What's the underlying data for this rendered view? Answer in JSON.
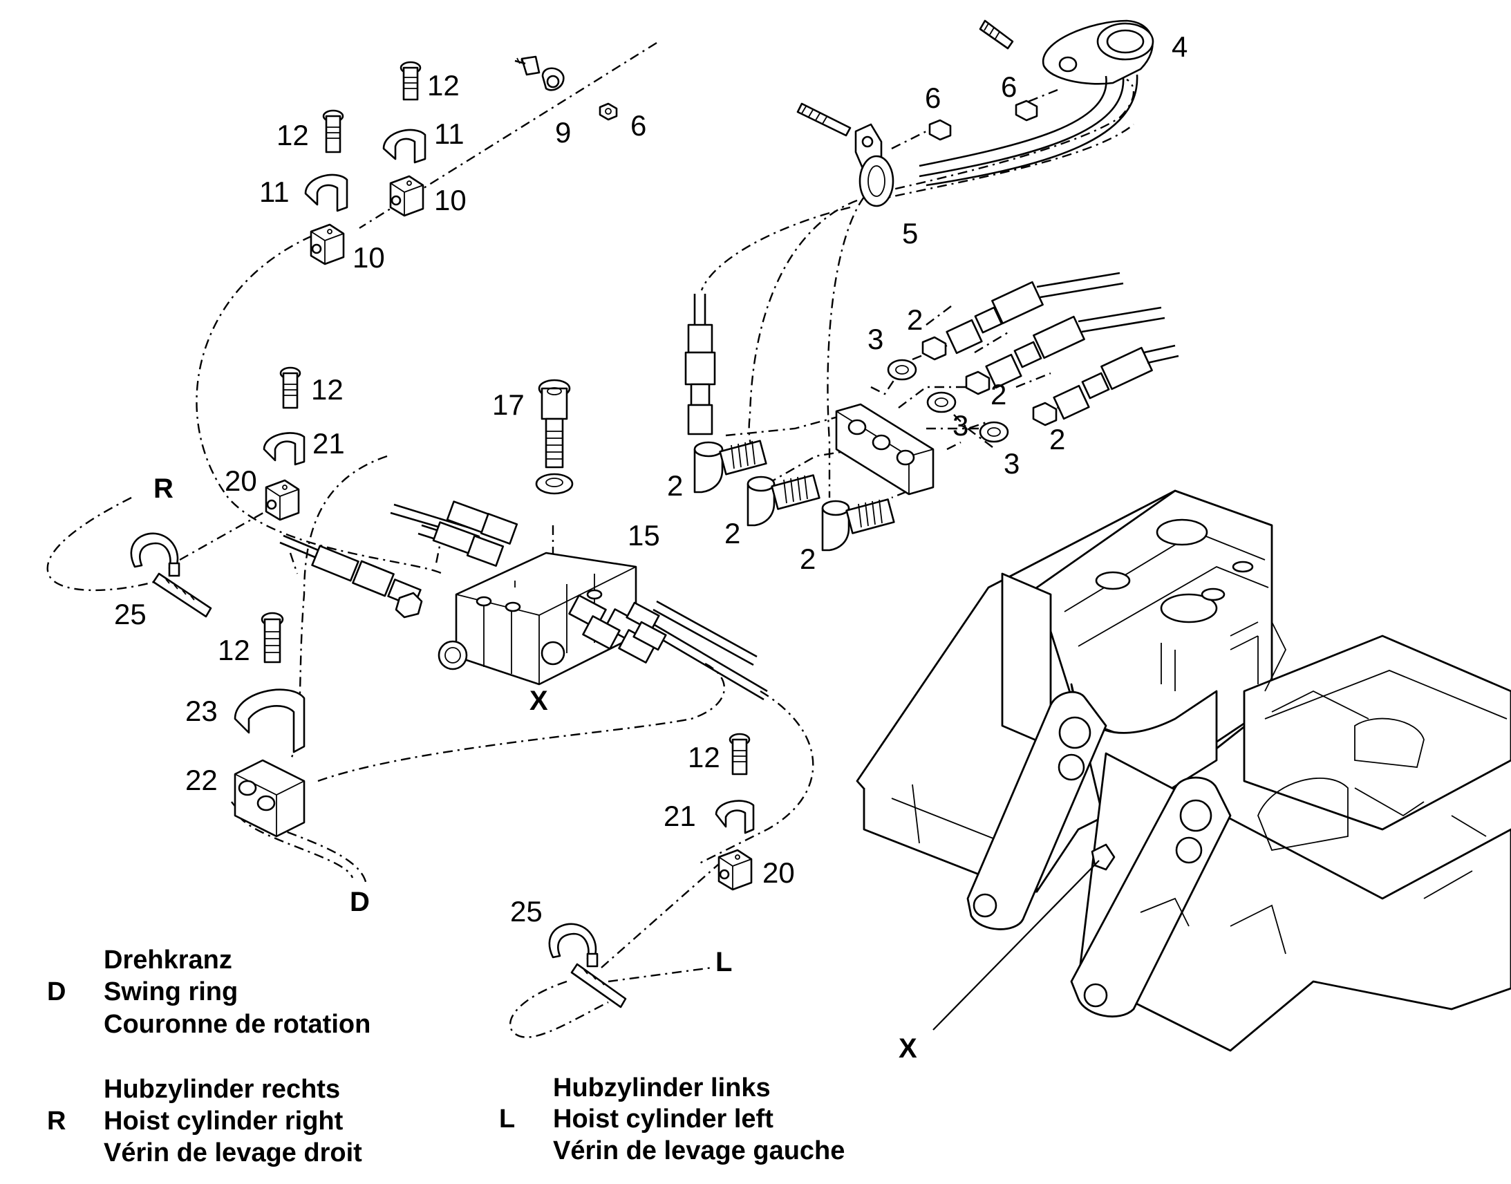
{
  "part_numbers": {
    "p2": "2",
    "p3": "3",
    "p4": "4",
    "p5": "5",
    "p6": "6",
    "p9": "9",
    "p10": "10",
    "p11": "11",
    "p12": "12",
    "p15": "15",
    "p17": "17",
    "p20": "20",
    "p21": "21",
    "p22": "22",
    "p23": "23",
    "p25": "25"
  },
  "markers": {
    "D": "D",
    "R": "R",
    "L": "L",
    "X": "X"
  },
  "legend": [
    {
      "key": "D",
      "de": "Drehkranz",
      "en": "Swing ring",
      "fr": "Couronne de rotation"
    },
    {
      "key": "R",
      "de": "Hubzylinder rechts",
      "en": "Hoist cylinder right",
      "fr": "Vérin de levage droit"
    },
    {
      "key": "L",
      "de": "Hubzylinder links",
      "en": "Hoist cylinder left",
      "fr": "Vérin de levage gauche"
    }
  ]
}
